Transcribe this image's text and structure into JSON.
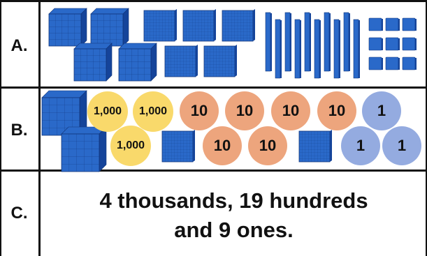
{
  "rows": {
    "a": {
      "label": "A."
    },
    "b": {
      "label": "B.",
      "coins": [
        {
          "value": "1,000",
          "color": "#f9d96b"
        },
        {
          "value": "1,000",
          "color": "#f9d96b"
        },
        {
          "value": "10",
          "color": "#eda57d"
        },
        {
          "value": "10",
          "color": "#eda57d"
        },
        {
          "value": "10",
          "color": "#eda57d"
        },
        {
          "value": "10",
          "color": "#eda57d"
        },
        {
          "value": "1",
          "color": "#94abe0"
        },
        {
          "value": "1,000",
          "color": "#f9d96b"
        },
        {
          "value": "10",
          "color": "#eda57d"
        },
        {
          "value": "10",
          "color": "#eda57d"
        },
        {
          "value": "1",
          "color": "#94abe0"
        },
        {
          "value": "1",
          "color": "#94abe0"
        }
      ]
    },
    "c": {
      "label": "C.",
      "line1": "4 thousands, 19 hundreds",
      "line2": "and 9 ones."
    }
  },
  "block_colors": {
    "face": "#2a69c9",
    "dark": "#15449a",
    "grid": "#11357a"
  }
}
